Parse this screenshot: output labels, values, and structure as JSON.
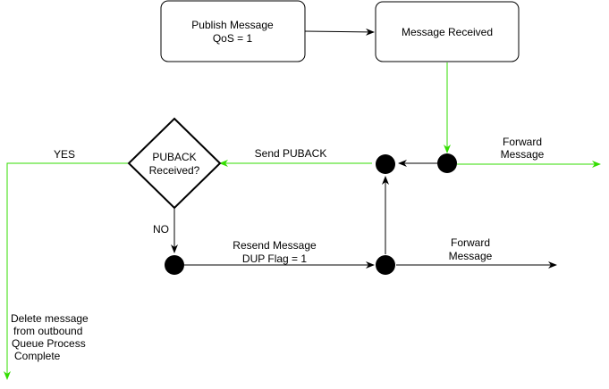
{
  "colors": {
    "line": "#000000",
    "green": "#33dd00",
    "node_border": "#000000",
    "background": "#ffffff"
  },
  "nodes": {
    "publish": {
      "line1": "Publish Message",
      "line2": "QoS = 1"
    },
    "received": {
      "label": "Message Received"
    },
    "decision": {
      "line1": "PUBACK",
      "line2": "Received?"
    }
  },
  "edges": {
    "yes": {
      "label": "YES"
    },
    "no": {
      "label": "NO"
    },
    "send_puback": {
      "label": "Send PUBACK"
    },
    "forward_top": {
      "line1": "Forward",
      "line2": "Message"
    },
    "resend": {
      "line1": "Resend Message",
      "line2": "DUP Flag = 1"
    },
    "forward_bottom": {
      "line1": "Forward",
      "line2": "Message"
    }
  },
  "outcome": {
    "line1": "Delete message",
    "line2": "from outbound",
    "line3": "Queue Process",
    "line4": "Complete"
  }
}
